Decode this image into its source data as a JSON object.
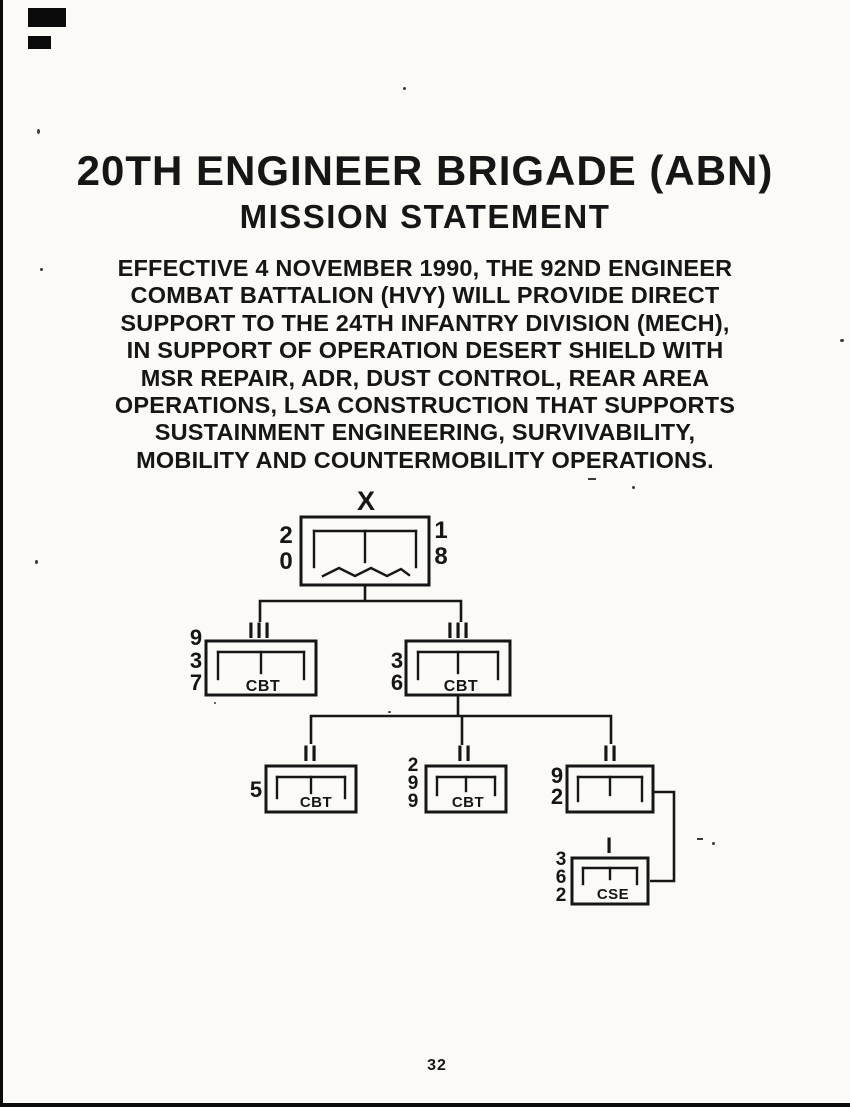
{
  "colors": {
    "ink": "#161616",
    "paper": "#fbfaf7"
  },
  "page": {
    "title": "20TH ENGINEER BRIGADE (ABN)",
    "subtitle": "MISSION STATEMENT",
    "mission_lines": [
      "EFFECTIVE 4 NOVEMBER 1990, THE 92ND ENGINEER",
      "COMBAT BATTALION (HVY) WILL PROVIDE DIRECT",
      "SUPPORT TO THE 24TH INFANTRY DIVISION (MECH),",
      "IN SUPPORT OF OPERATION DESERT SHIELD WITH",
      "MSR REPAIR, ADR, DUST CONTROL, REAR AREA",
      "OPERATIONS, LSA CONSTRUCTION THAT SUPPORTS",
      "SUSTAINMENT ENGINEERING, SURVIVABILITY,",
      "MOBILITY AND COUNTERMOBILITY OPERATIONS."
    ],
    "page_number": "32"
  },
  "org_chart": {
    "brigade": {
      "echelon": "X",
      "digits_left": [
        "2",
        "0"
      ],
      "digits_right": [
        "1",
        "8"
      ]
    },
    "groups": [
      {
        "echelon": "III",
        "digits": [
          "9",
          "3",
          "7"
        ],
        "label": "CBT"
      },
      {
        "echelon": "III",
        "digits": [
          "3",
          "6"
        ],
        "label": "CBT"
      }
    ],
    "battalions": [
      {
        "echelon": "II",
        "digits": [
          "5"
        ],
        "label": "CBT"
      },
      {
        "echelon": "II",
        "digits": [
          "2",
          "9",
          "9"
        ],
        "label": "CBT"
      },
      {
        "echelon": "II",
        "digits": [
          "9",
          "2"
        ],
        "label": ""
      }
    ],
    "company": {
      "echelon": "I",
      "digits": [
        "3",
        "6",
        "2"
      ],
      "label": "CSE"
    }
  }
}
